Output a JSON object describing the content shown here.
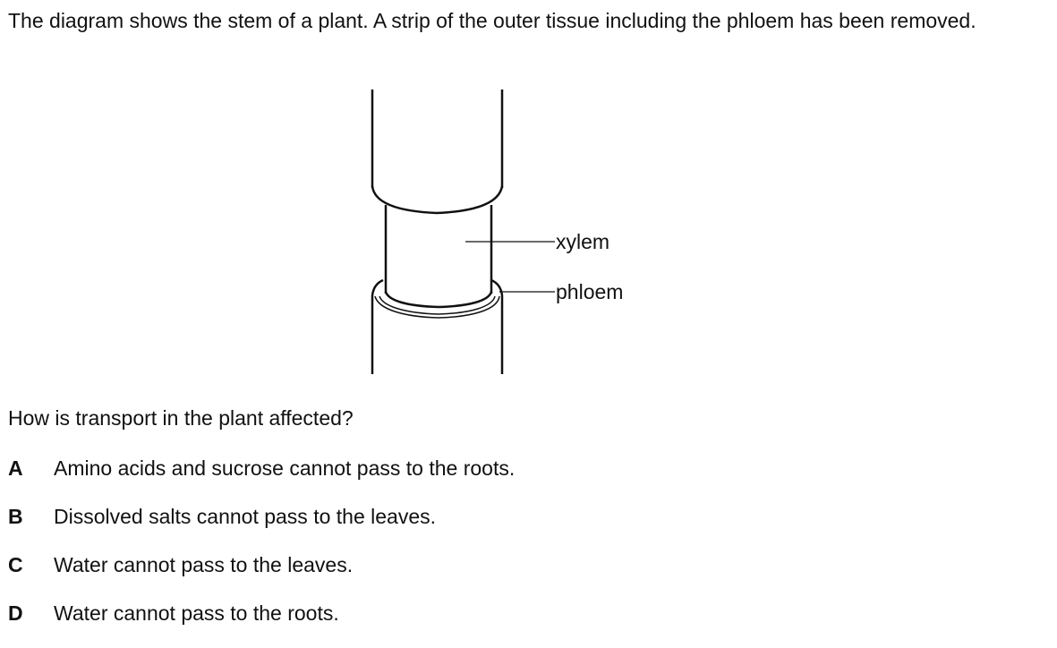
{
  "intro": "The diagram shows the stem of a plant. A strip of the outer tissue including the phloem has been removed.",
  "diagram": {
    "labels": {
      "xylem": "xylem",
      "phloem": "phloem"
    }
  },
  "question": "How is transport in the plant affected?",
  "options": [
    {
      "letter": "A",
      "text": "Amino acids and sucrose cannot pass to the roots."
    },
    {
      "letter": "B",
      "text": "Dissolved salts cannot pass to the leaves."
    },
    {
      "letter": "C",
      "text": "Water cannot pass to the leaves."
    },
    {
      "letter": "D",
      "text": "Water cannot pass to the roots."
    }
  ]
}
